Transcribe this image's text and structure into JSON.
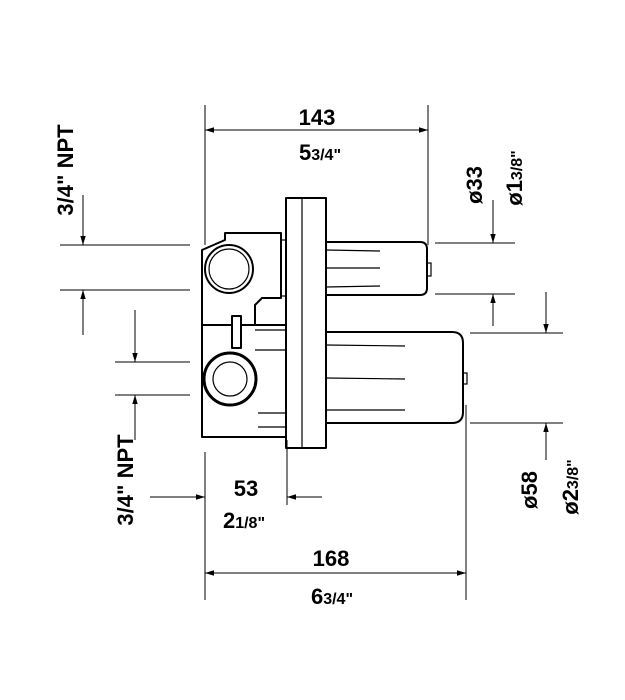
{
  "dimensions": {
    "overall_width_top": {
      "mm": "143",
      "in_whole": "5",
      "in_frac": "3/4\""
    },
    "small_cartridge_diameter": {
      "mm": "ø33",
      "in_whole": "ø1",
      "in_frac": "3/8\""
    },
    "large_cartridge_diameter": {
      "mm": "ø58",
      "in_whole": "ø2",
      "in_frac": "3/8\""
    },
    "inlet_offset": {
      "mm": "53",
      "in_whole": "2",
      "in_frac": "1/8\""
    },
    "overall_width_bottom": {
      "mm": "168",
      "in_whole": "6",
      "in_frac": "3/4\""
    }
  },
  "connections": {
    "top_port": "3/4\" NPT",
    "bottom_port": "3/4\" NPT"
  },
  "colors": {
    "line": "#000000",
    "background": "#ffffff"
  }
}
